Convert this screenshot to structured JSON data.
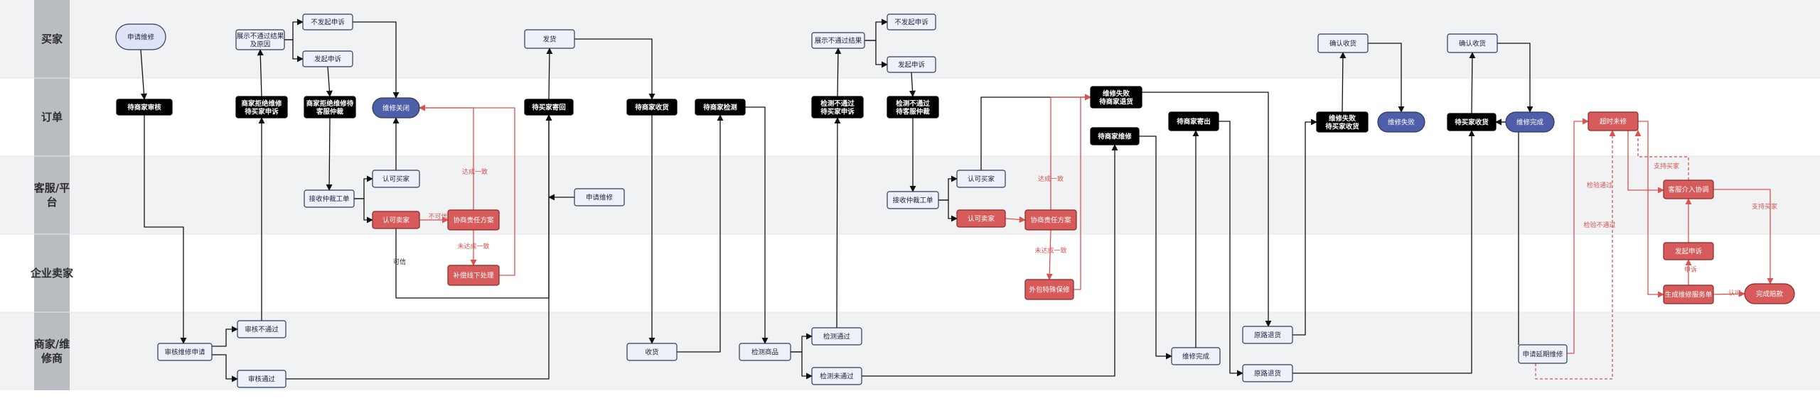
{
  "colors": {
    "light_fill": "#eef1f8",
    "light_stroke": "#2d3a5a",
    "black_fill": "#000000",
    "red_fill": "#d85b5b",
    "red_stroke": "#8f2525",
    "blue_fill": "#4e5ea8",
    "oval_light_fill": "#dfe3f6",
    "line_black": "#111111",
    "line_red": "#d9534f",
    "label_red": "#d9534f"
  },
  "lanes": [
    {
      "id": "buyer",
      "lines": [
        "买家"
      ]
    },
    {
      "id": "order",
      "lines": [
        "订单"
      ]
    },
    {
      "id": "cs",
      "lines": [
        "客服/平",
        "台"
      ]
    },
    {
      "id": "enterprise",
      "lines": [
        "企业卖家"
      ]
    },
    {
      "id": "merchant",
      "lines": [
        "商家/维",
        "修商"
      ]
    }
  ],
  "nodes": {
    "n_apply": {
      "style": "oval_light",
      "lines": [
        "申请维修"
      ]
    },
    "n_wait_review": {
      "style": "black",
      "lines": [
        "待商家审核"
      ]
    },
    "n_review_apply": {
      "style": "light",
      "lines": [
        "审核维修申请"
      ]
    },
    "n_reject": {
      "style": "light",
      "lines": [
        "审核不通过"
      ]
    },
    "n_pass": {
      "style": "light",
      "lines": [
        "审核通过"
      ]
    },
    "n_refused": {
      "style": "black",
      "lines": [
        "商家拒绝维修",
        "待买家申诉"
      ]
    },
    "n_show_reject": {
      "style": "light",
      "lines": [
        "展示不通过结果",
        "及原因"
      ]
    },
    "n_no_appeal": {
      "style": "light",
      "lines": [
        "不发起申诉"
      ]
    },
    "n_appeal": {
      "style": "light",
      "lines": [
        "发起申诉"
      ]
    },
    "n_refused_cs": {
      "style": "black",
      "lines": [
        "商家拒绝维修待",
        "客服仲裁"
      ]
    },
    "n_recv_order": {
      "style": "light",
      "lines": [
        "接收仲裁工单"
      ]
    },
    "n_approve_buyer": {
      "style": "light",
      "lines": [
        "认可买家"
      ]
    },
    "n_approve_seller": {
      "style": "red",
      "lines": [
        "认可卖家"
      ]
    },
    "n_mediate": {
      "style": "red",
      "lines": [
        "协商责任方案"
      ]
    },
    "n_offline": {
      "style": "red",
      "lines": [
        "补偿线下处理"
      ]
    },
    "n_closed": {
      "style": "blue",
      "lines": [
        "维修关闭"
      ]
    },
    "n_wait_ship": {
      "style": "black",
      "lines": [
        "待买家寄回"
      ]
    },
    "n_ship": {
      "style": "light",
      "lines": [
        "发货"
      ]
    },
    "n_apply_repair": {
      "style": "light",
      "lines": [
        "申请维修"
      ]
    },
    "n_wait_recv": {
      "style": "black",
      "lines": [
        "待商家收货"
      ]
    },
    "n_recv": {
      "style": "light",
      "lines": [
        "收货"
      ]
    },
    "n_wait_inspect": {
      "style": "black",
      "lines": [
        "待商家检测"
      ]
    },
    "n_inspect": {
      "style": "light",
      "lines": [
        "检测商品"
      ]
    },
    "n_inspect_pass": {
      "style": "light",
      "lines": [
        "检测通过"
      ]
    },
    "n_inspect_fail": {
      "style": "light",
      "lines": [
        "检测未通过"
      ]
    },
    "n_fail_appeal": {
      "style": "black",
      "lines": [
        "检测不通过",
        "待买家申诉"
      ]
    },
    "n_show_fail": {
      "style": "light",
      "lines": [
        "展示不通过结果"
      ]
    },
    "n_no_appeal2": {
      "style": "light",
      "lines": [
        "不发起申诉"
      ]
    },
    "n_appeal2": {
      "style": "light",
      "lines": [
        "发起申诉"
      ]
    },
    "n_fail_cs": {
      "style": "black",
      "lines": [
        "检测不通过",
        "待客服仲裁"
      ]
    },
    "n_recv_order2": {
      "style": "light",
      "lines": [
        "接收仲裁工单"
      ]
    },
    "n_approve_buyer2": {
      "style": "light",
      "lines": [
        "认可买家"
      ]
    },
    "n_approve_seller2": {
      "style": "red",
      "lines": [
        "认可卖家"
      ]
    },
    "n_mediate2": {
      "style": "red",
      "lines": [
        "协商责任方案"
      ]
    },
    "n_outsource": {
      "style": "red",
      "lines": [
        "外包特殊保修"
      ]
    },
    "n_resolve": {
      "style": "black",
      "lines": [
        "维修失败",
        "待商家退货"
      ]
    },
    "n_wait_fix": {
      "style": "black",
      "lines": [
        "待商家维修"
      ]
    },
    "n_wait_ship2": {
      "style": "black",
      "lines": [
        "待商家寄出"
      ]
    },
    "n_fix_done": {
      "style": "light",
      "lines": [
        "维修完成"
      ]
    },
    "n_return_ship": {
      "style": "light",
      "lines": [
        "原路退货"
      ]
    },
    "n_return_ship2": {
      "style": "light",
      "lines": [
        "原路退货"
      ]
    },
    "n_wait_buyer_recv": {
      "style": "black",
      "lines": [
        "维修失败",
        "待买家收货"
      ]
    },
    "n_confirm_recv": {
      "style": "light",
      "lines": [
        "确认收货"
      ]
    },
    "n_fail_end": {
      "style": "blue",
      "lines": [
        "维修失败"
      ]
    },
    "n_wait_buyer_recv2": {
      "style": "black",
      "lines": [
        "待买家收货"
      ]
    },
    "n_confirm_recv2": {
      "style": "light",
      "lines": [
        "确认收货"
      ]
    },
    "n_done": {
      "style": "blue",
      "lines": [
        "维修完成"
      ]
    },
    "n_timeout": {
      "style": "light",
      "lines": [
        "申请延期维修"
      ]
    },
    "n_overdue": {
      "style": "red",
      "lines": [
        "超时未修"
      ]
    },
    "n_intervene": {
      "style": "red",
      "lines": [
        "客服介入协调"
      ]
    },
    "n_raise": {
      "style": "red",
      "lines": [
        "发起申诉"
      ]
    },
    "n_gen_refund": {
      "style": "red",
      "lines": [
        "生成维修服务单"
      ]
    },
    "n_complete_refund": {
      "style": "red_oval",
      "lines": [
        "完成赔款"
      ]
    }
  },
  "edge_labels": {
    "l1": "达成一致",
    "l2": "不可信",
    "l3": "未达成一致",
    "l4": "可信",
    "l5": "达成一致",
    "l6": "未达成一致",
    "l7": "支持买家",
    "l8": "检验通过",
    "l9": "检验不通过",
    "l10": "支持买家",
    "l11": "申诉",
    "l12": "认可"
  }
}
